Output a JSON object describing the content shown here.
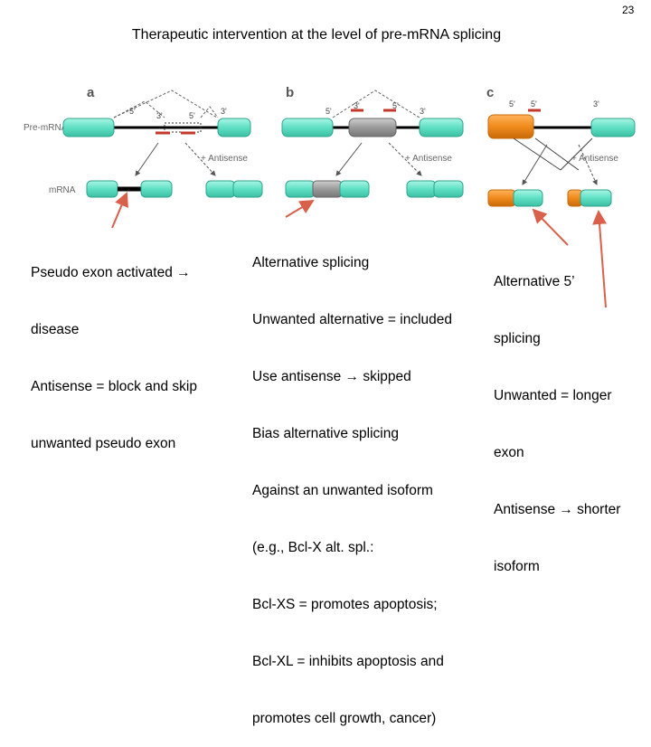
{
  "page_number": "23",
  "title": "Therapeutic intervention at the level of pre-mRNA splicing",
  "figure": {
    "panels": [
      "a",
      "b",
      "c"
    ],
    "row_labels": {
      "pre_mrna": "Pre-mRNA",
      "mrna": "mRNA"
    },
    "antisense_label": "+ Antisense",
    "panel_a_sites": [
      "5'",
      "3'",
      "5'",
      "3'"
    ],
    "panel_b_sites": [
      "5'",
      "3'",
      "5'",
      "3'"
    ],
    "panel_c_sites": [
      "5'",
      "5'",
      "3'"
    ],
    "colors": {
      "exon": "#5fe0c4",
      "exon_dark": "#2fa58e",
      "alt_exon": "#999999",
      "alt5_exon": "#f08a1c",
      "antisense": "#c0392b",
      "callout_arrow": "#d9604a"
    }
  },
  "text_left": [
    "Pseudo exon activated →",
    "disease",
    "Antisense = block and skip",
    "unwanted pseudo exon"
  ],
  "text_middle": [
    "Alternative splicing",
    "Unwanted alternative = included",
    "Use antisense → skipped",
    "Bias alternative splicing",
    "Against an unwanted isoform",
    "(e.g., Bcl-X alt. spl.:",
    "Bcl-XS = promotes apoptosis;",
    "Bcl-XL = inhibits apoptosis and",
    "promotes cell growth, cancer)"
  ],
  "text_right": [
    "Alternative 5’",
    "splicing",
    "Unwanted = longer",
    "exon",
    "Antisense → shorter",
    "isoform"
  ]
}
